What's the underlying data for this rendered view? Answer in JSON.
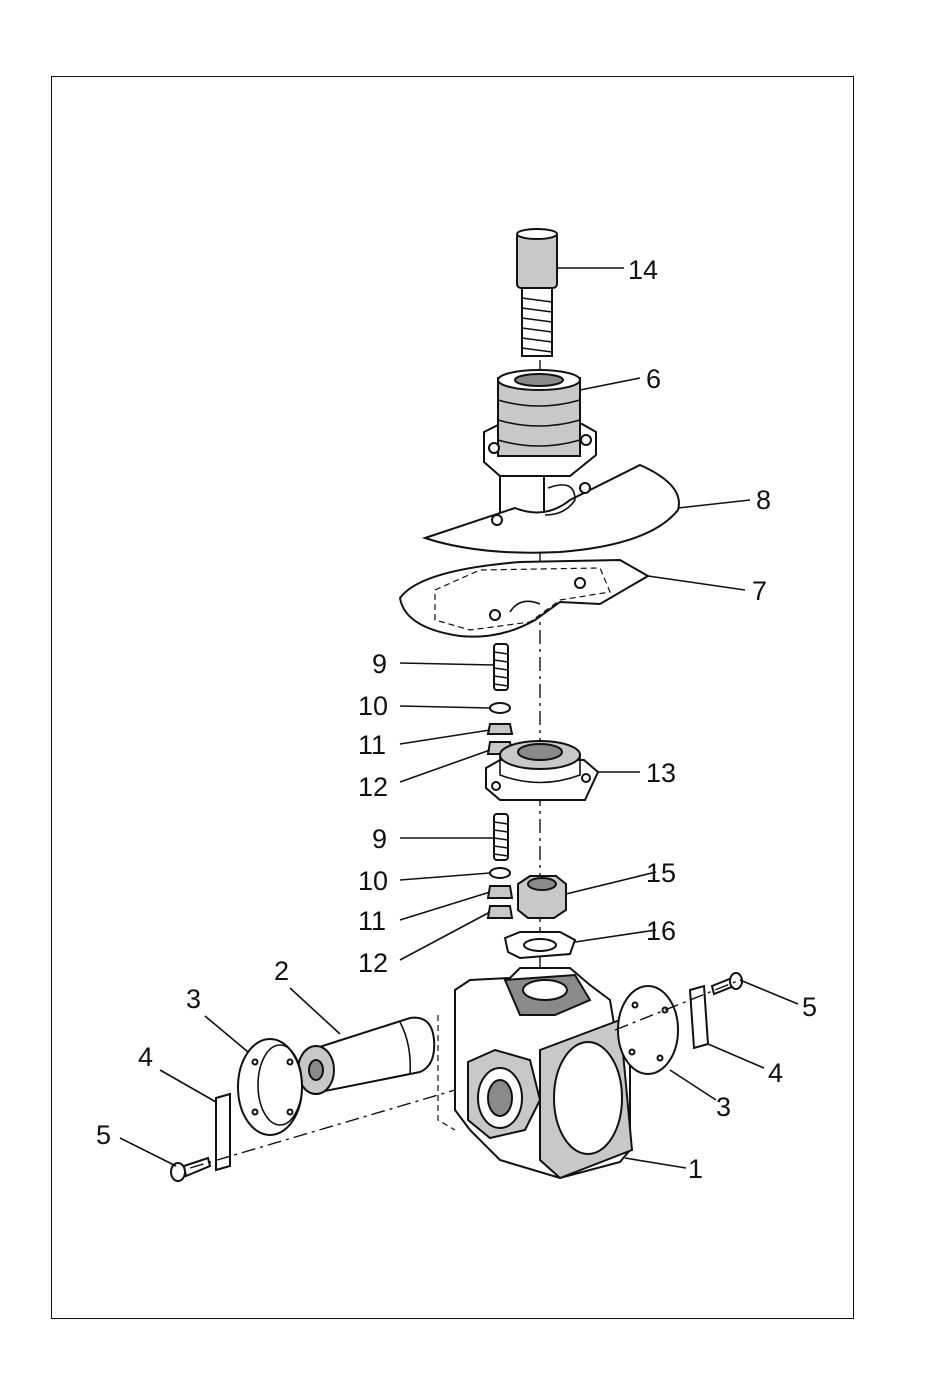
{
  "diagram": {
    "callouts": [
      {
        "id": "c14",
        "text": "14"
      },
      {
        "id": "c6",
        "text": "6"
      },
      {
        "id": "c8",
        "text": "8"
      },
      {
        "id": "c7",
        "text": "7"
      },
      {
        "id": "c9a",
        "text": "9"
      },
      {
        "id": "c10a",
        "text": "10"
      },
      {
        "id": "c11a",
        "text": "11"
      },
      {
        "id": "c12a",
        "text": "12"
      },
      {
        "id": "c13",
        "text": "13"
      },
      {
        "id": "c9b",
        "text": "9"
      },
      {
        "id": "c10b",
        "text": "10"
      },
      {
        "id": "c11b",
        "text": "11"
      },
      {
        "id": "c12b",
        "text": "12"
      },
      {
        "id": "c15",
        "text": "15"
      },
      {
        "id": "c16",
        "text": "16"
      },
      {
        "id": "c2",
        "text": "2"
      },
      {
        "id": "c3a",
        "text": "3"
      },
      {
        "id": "c4a",
        "text": "4"
      },
      {
        "id": "c5a",
        "text": "5"
      },
      {
        "id": "c5b",
        "text": "5"
      },
      {
        "id": "c4b",
        "text": "4"
      },
      {
        "id": "c3b",
        "text": "3"
      },
      {
        "id": "c1",
        "text": "1"
      }
    ]
  }
}
